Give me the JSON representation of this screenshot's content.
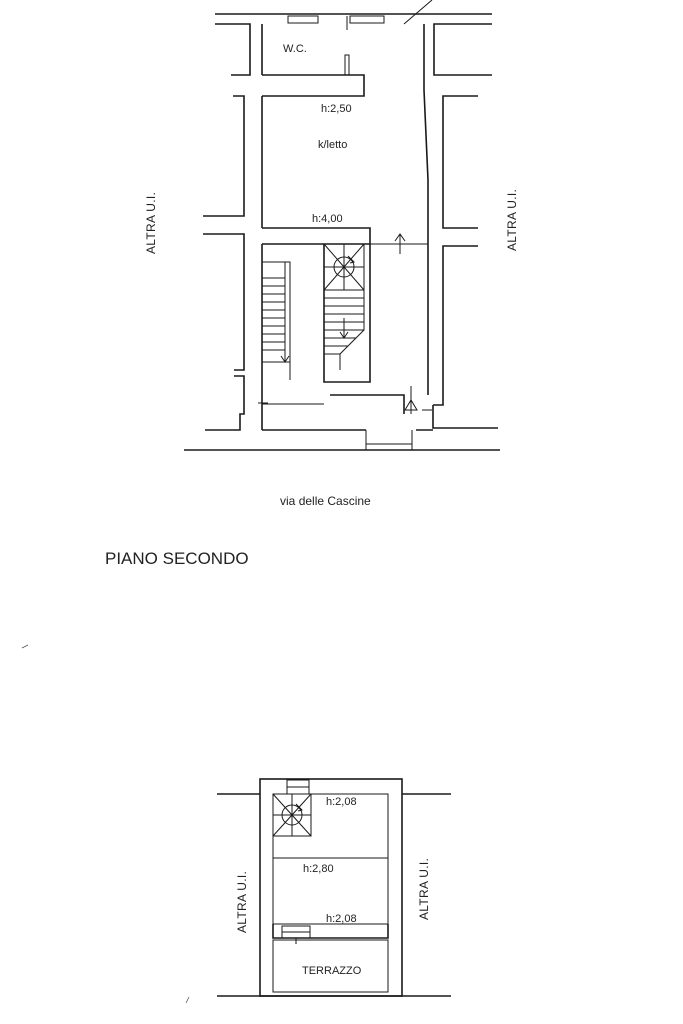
{
  "plan_first": {
    "room_wc": "W.C.",
    "height_upper": "h:2,50",
    "room_bedroom": "k/letto",
    "height_lower": "h:4,00",
    "neighbor_left": "ALTRA U.I.",
    "neighbor_right": "ALTRA U.I.",
    "street_prefix": "via",
    "street_name": "delle Cascine"
  },
  "floor_title": "PIANO SECONDO",
  "plan_second": {
    "height_top": "h:2,08",
    "height_mid": "h:2,80",
    "height_bottom": "h:2,08",
    "room_terrace": "TERRAZZO",
    "neighbor_left": "ALTRA U.I.",
    "neighbor_right": "ALTRA U.I."
  }
}
